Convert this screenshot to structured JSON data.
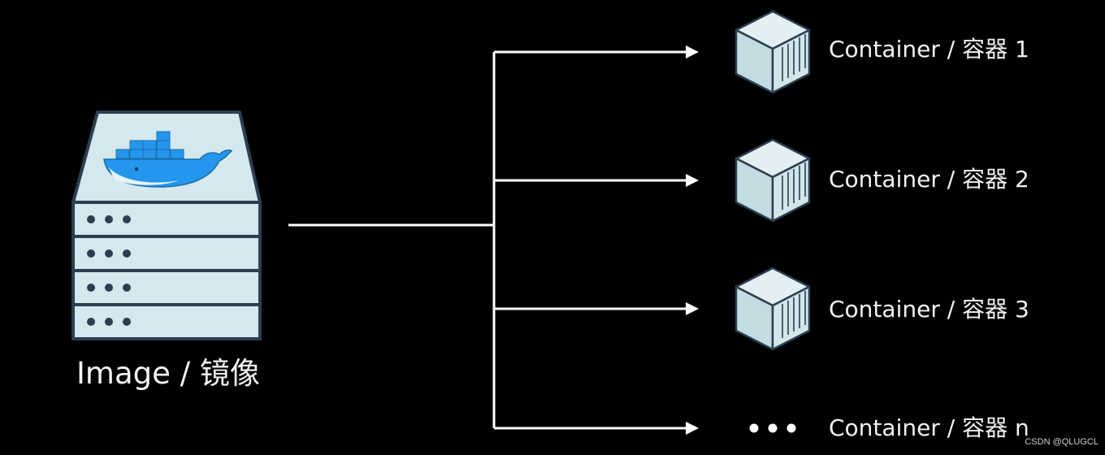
{
  "image": {
    "label": "Image / 镜像",
    "icon": "docker-image-server-icon",
    "server_rows": 4
  },
  "containers": [
    {
      "label": "Container / 容器 1",
      "icon": "container-box-icon"
    },
    {
      "label": "Container / 容器 2",
      "icon": "container-box-icon"
    },
    {
      "label": "Container / 容器 3",
      "icon": "container-box-icon"
    },
    {
      "label": "Container / 容器 n",
      "icon": "ellipsis-icon"
    }
  ],
  "watermark": "CSDN @QLUGCL",
  "colors": {
    "background": "#000000",
    "line": "#ffffff",
    "box_face": "#cfe3e8",
    "box_edge": "#2c3e50",
    "whale": "#2496ed",
    "text": "#f2f2f2"
  }
}
